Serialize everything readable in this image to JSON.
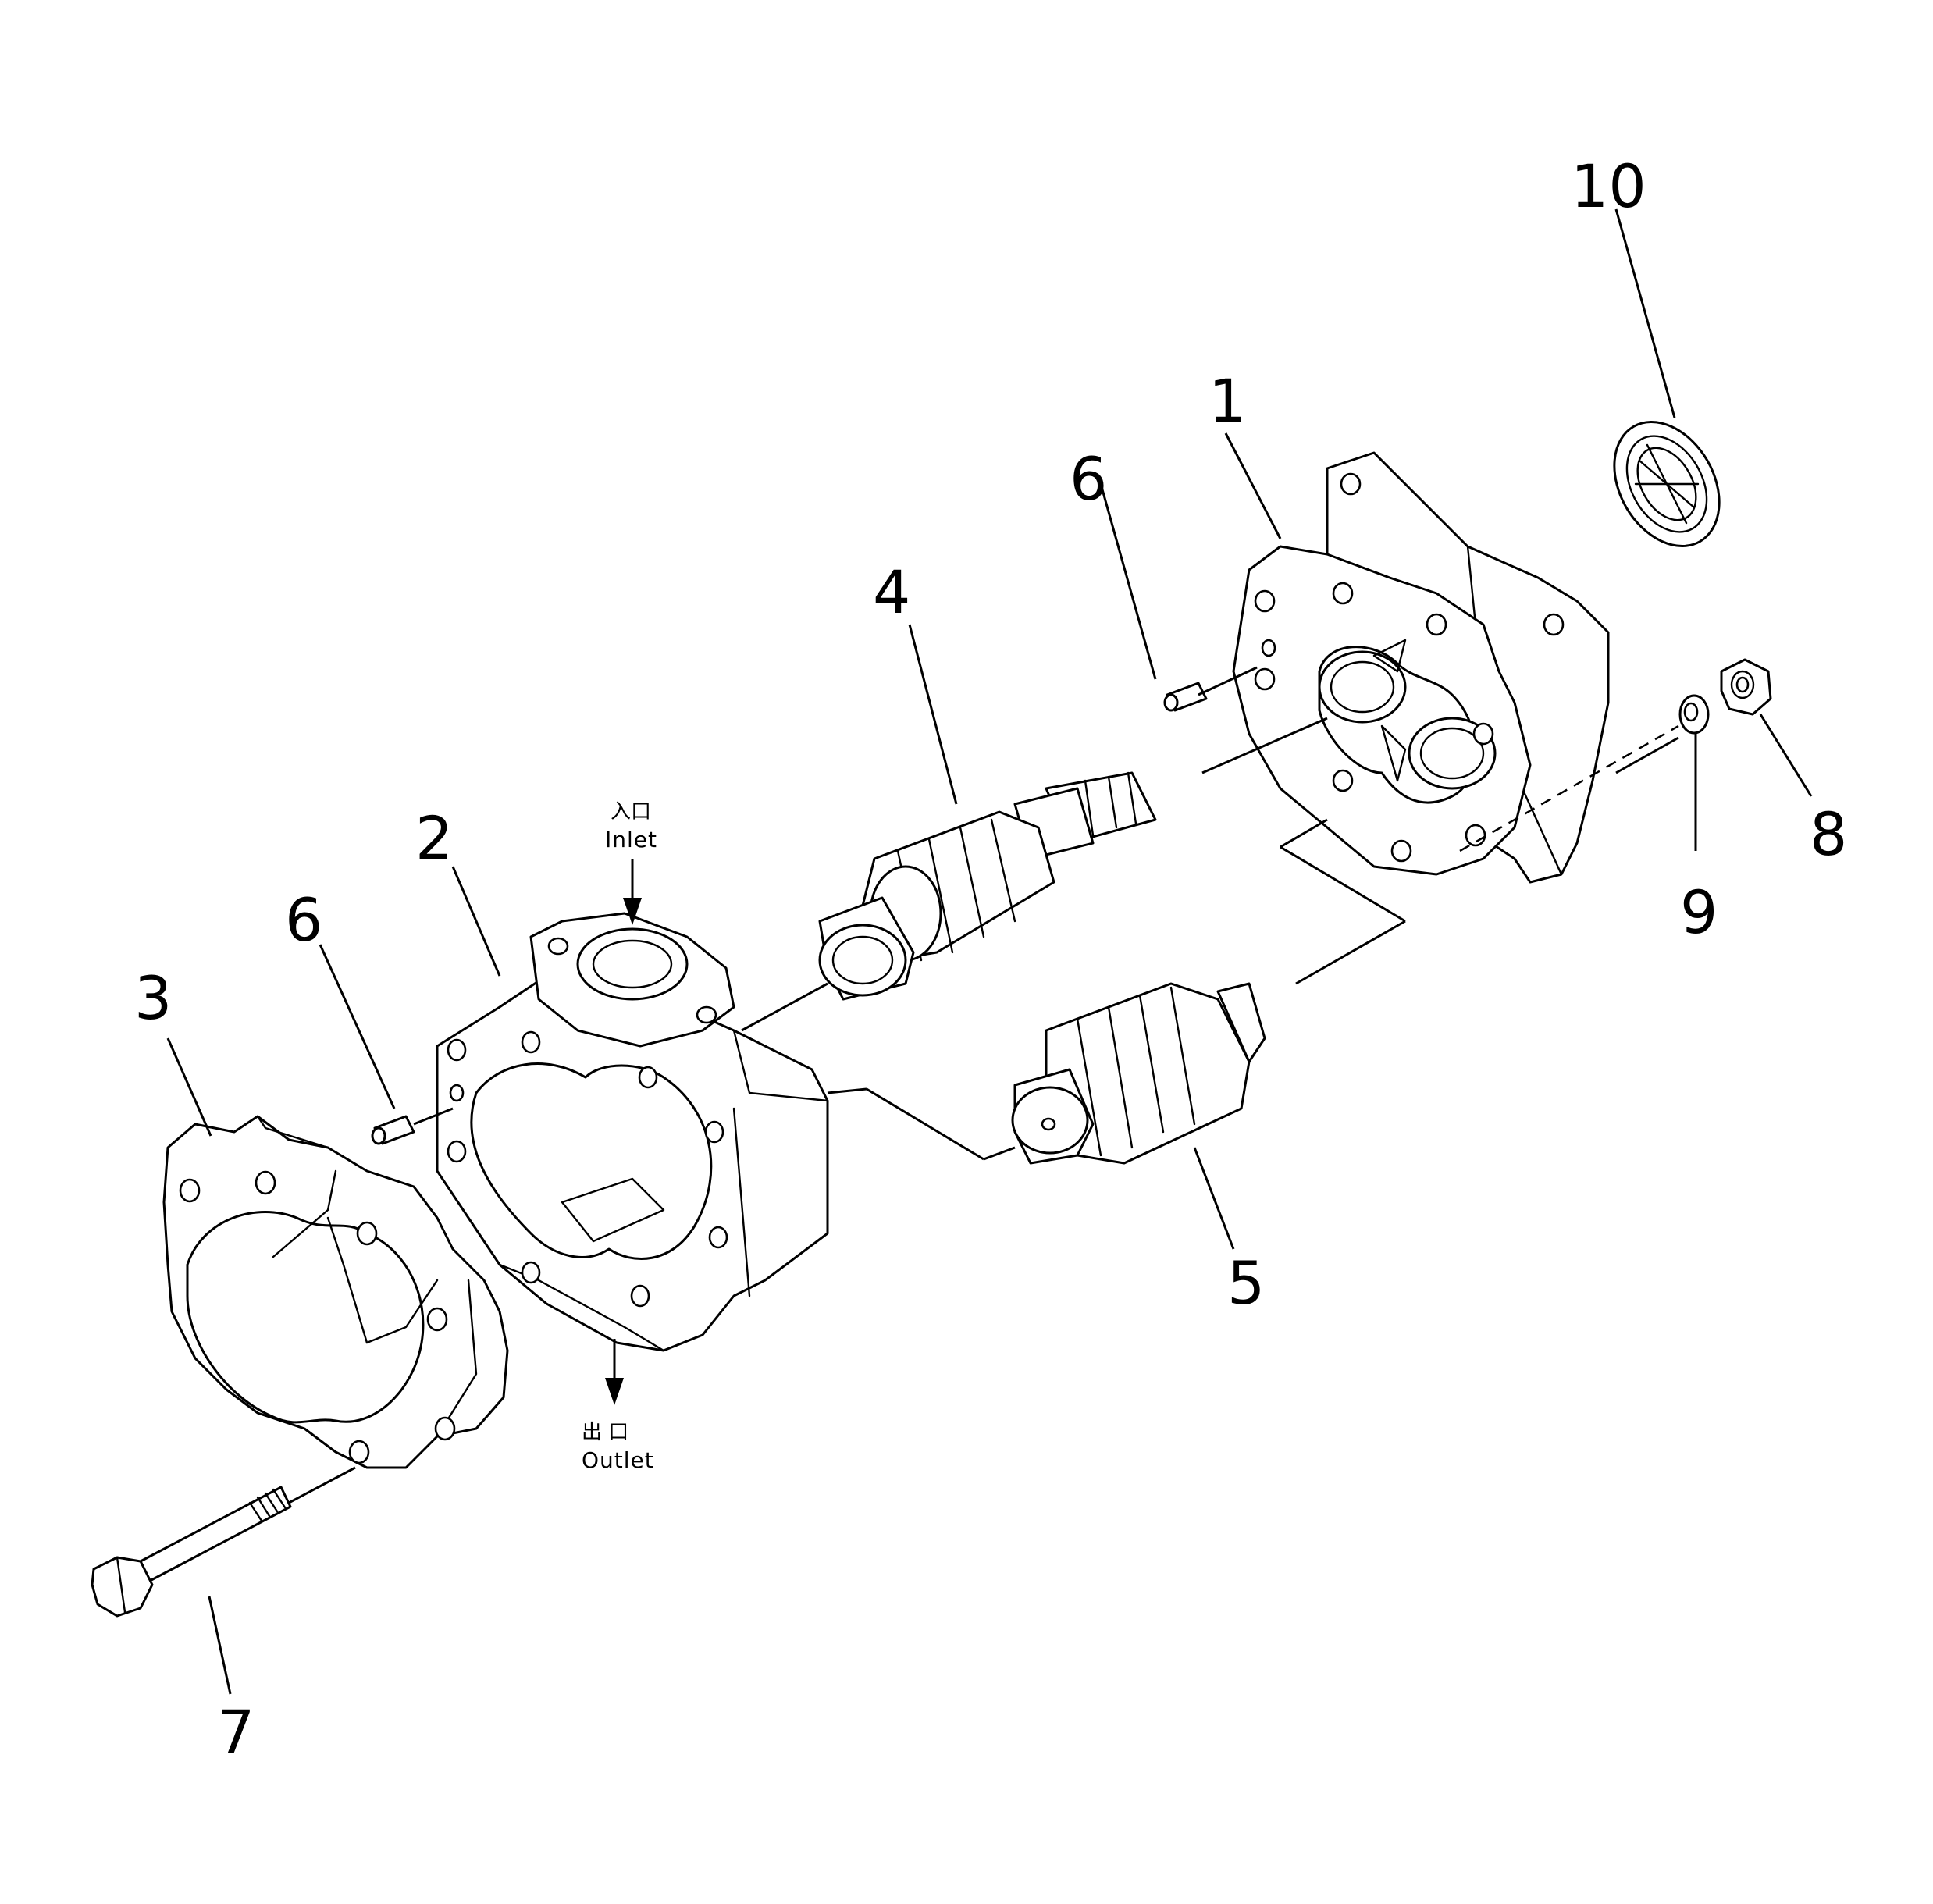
{
  "callouts": {
    "c1": "1",
    "c2": "2",
    "c3": "3",
    "c4": "4",
    "c5": "5",
    "c6a": "6",
    "c6b": "6",
    "c7": "7",
    "c8": "8",
    "c9": "9",
    "c10": "10"
  },
  "labels": {
    "inlet_jp": "入口",
    "inlet_en": "Inlet",
    "outlet_jp": "出 口",
    "outlet_en": "Outlet"
  }
}
